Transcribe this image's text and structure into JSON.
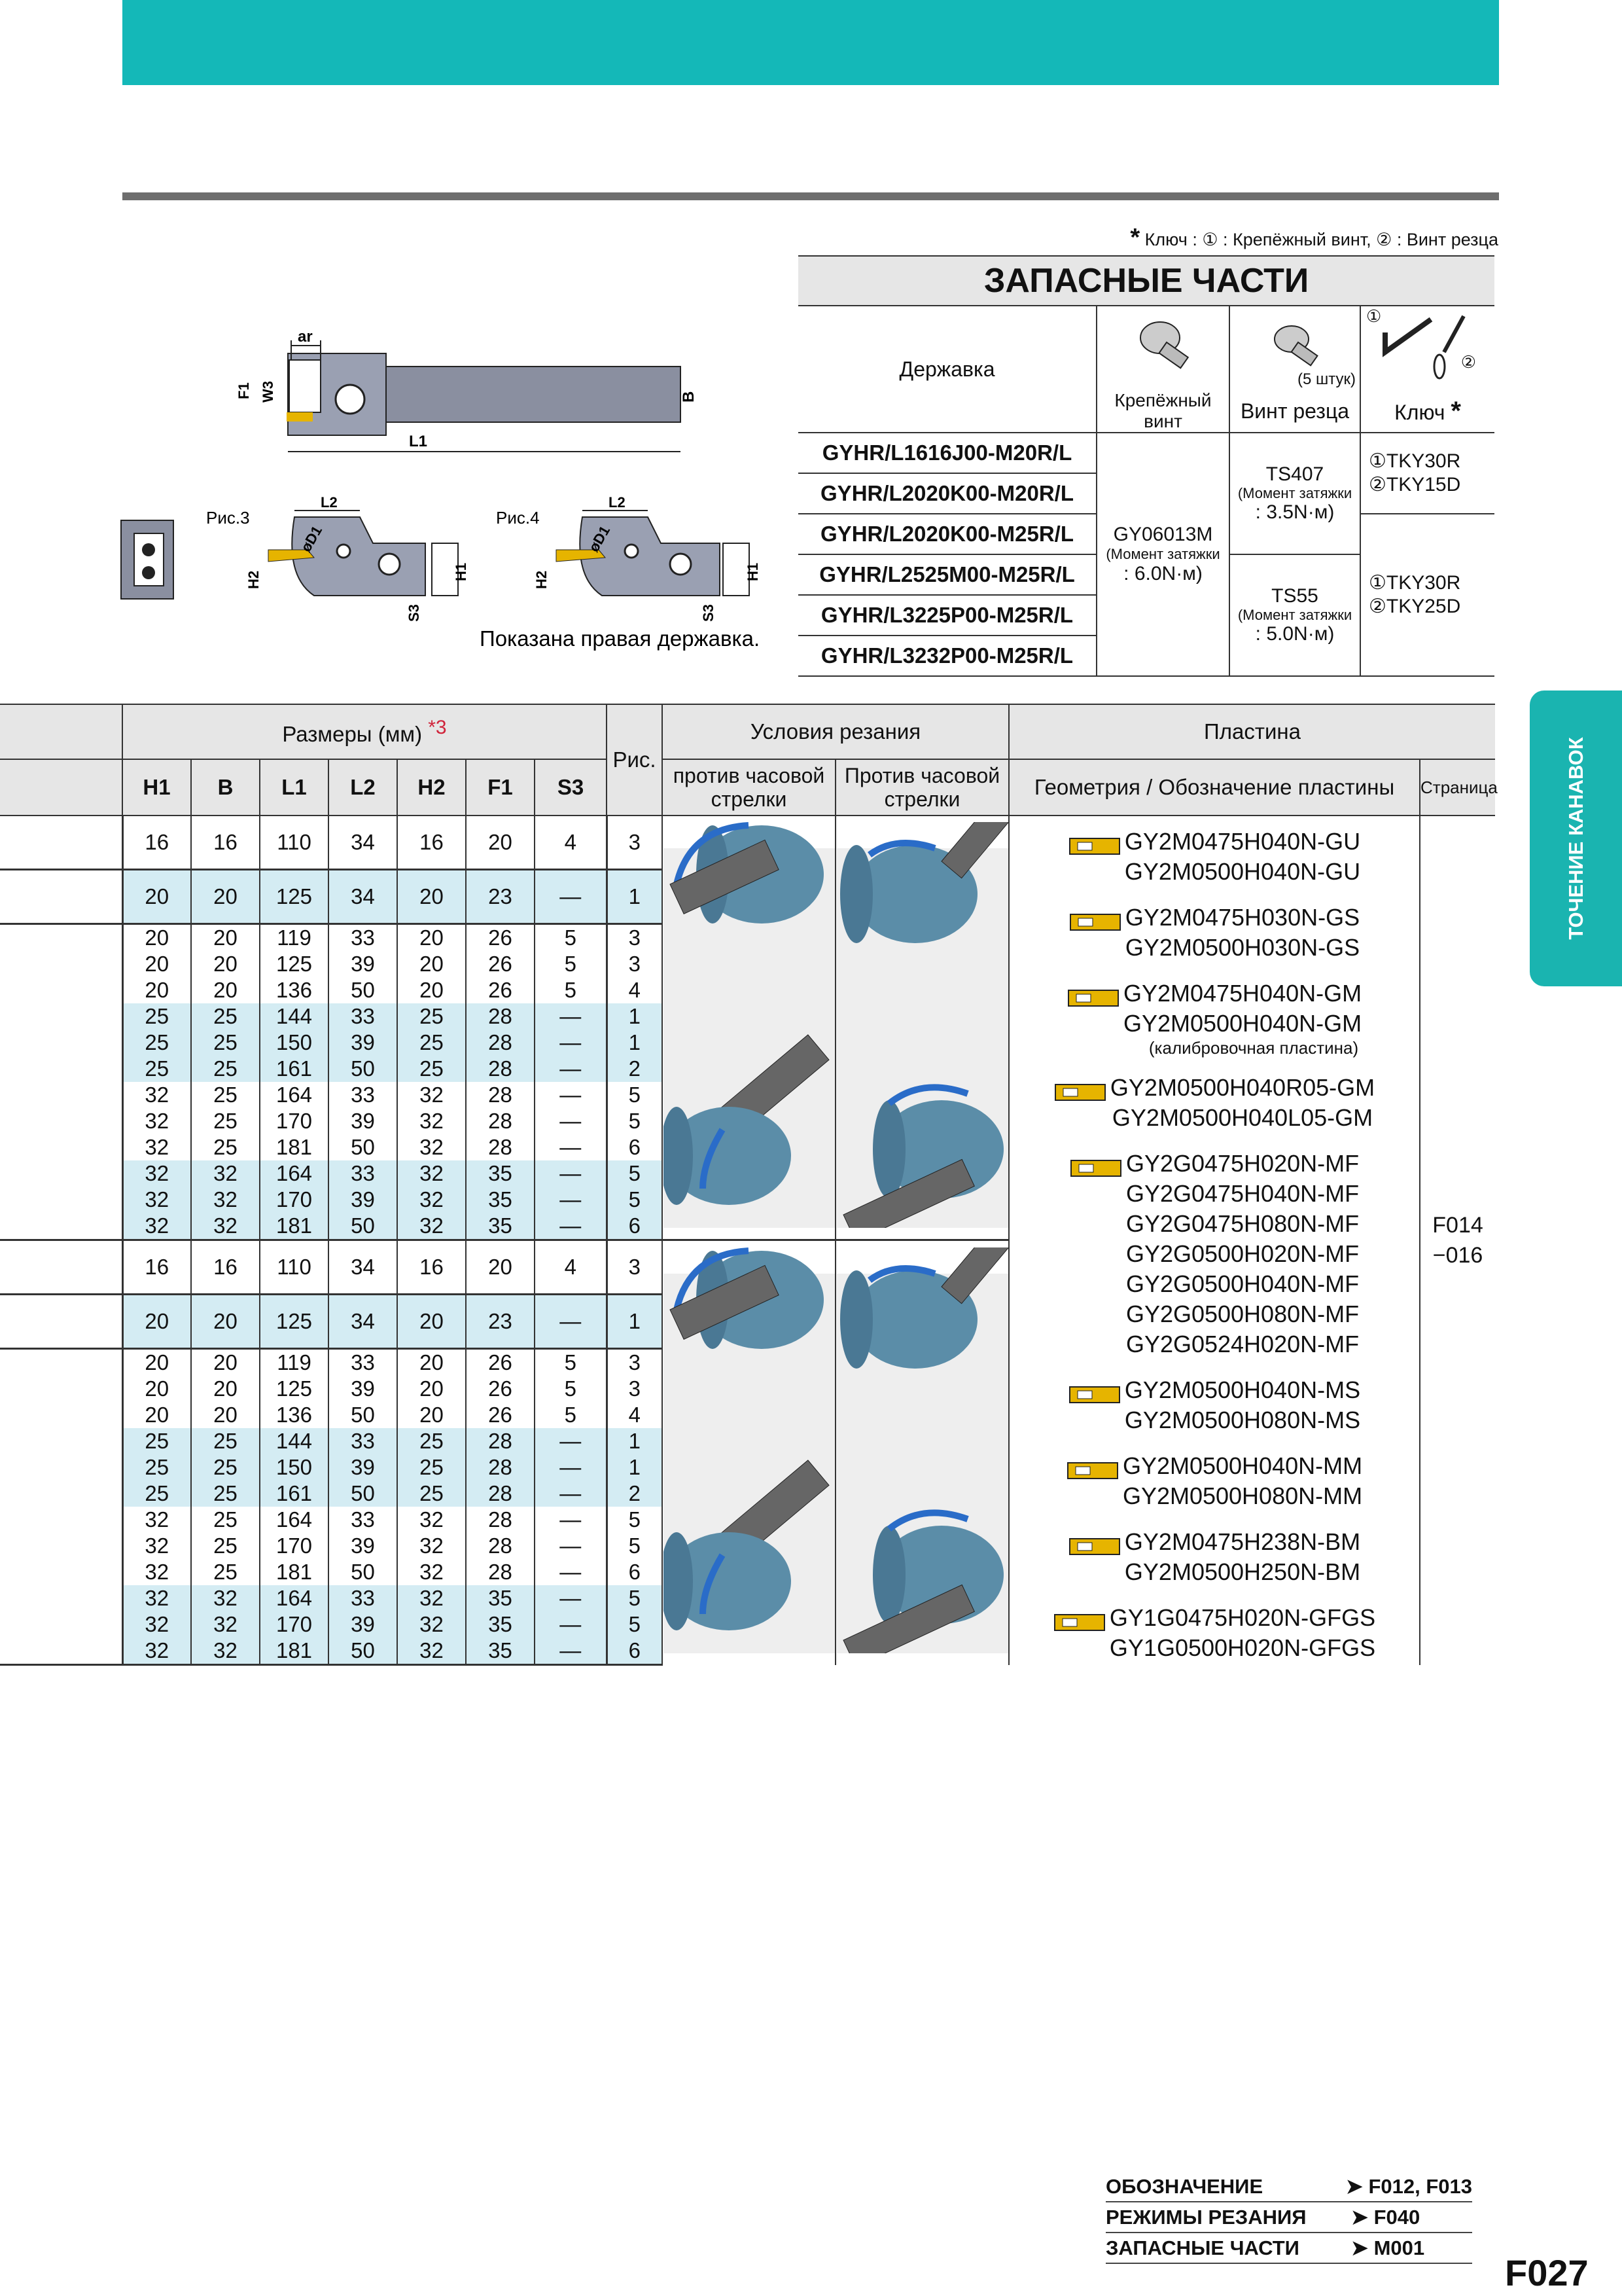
{
  "side_tab": "ТОЧЕНИЕ КАНАВОК",
  "key_note": {
    "star": "*",
    "text": "Ключ : ① : Крепёжный винт, ② : Винт резца"
  },
  "diagram": {
    "labels": {
      "ar": "ar",
      "w3": "W3",
      "f1": "F1",
      "b": "B",
      "l1": "L1",
      "l2": "L2",
      "h2": "H2",
      "h1": "H1",
      "d1": "øD1",
      "s3": "S3"
    },
    "fig3": "Рис.3",
    "fig4": "Рис.4",
    "caption": "Показана правая державка."
  },
  "spare_parts": {
    "title": "ЗАПАСНЫЕ ЧАСТИ",
    "col_holder": "Державка",
    "col_clamp": "Крепёжный винт",
    "col_screw": "Винт резца",
    "col_key": "Ключ",
    "col_key_star": "*",
    "screw_qty": "(5 штук)",
    "key_marks": {
      "one": "①",
      "two": "②"
    },
    "holders": [
      "GYHR/L1616J00-M20R/L",
      "GYHR/L2020K00-M20R/L",
      "GYHR/L2020K00-M25R/L",
      "GYHR/L2525M00-M25R/L",
      "GYHR/L3225P00-M25R/L",
      "GYHR/L3232P00-M25R/L"
    ],
    "clamp": {
      "name": "GY06013M",
      "torque_label": "(Момент затяжки",
      "torque_value": ": 6.0N·м)"
    },
    "screw1": {
      "name": "TS407",
      "torque_label": "(Момент затяжки",
      "torque_value": ": 3.5N·м)"
    },
    "screw2": {
      "name": "TS55",
      "torque_label": "(Момент затяжки",
      "torque_value": ": 5.0N·м)"
    },
    "key1": {
      "a": "①TKY30R",
      "b": "②TKY15D"
    },
    "key2": {
      "a": "①TKY30R",
      "b": "②TKY25D"
    }
  },
  "main_table": {
    "dims_header": "Размеры (мм)",
    "dims_star": "*3",
    "fig": "Рис.",
    "cols": [
      "H1",
      "B",
      "L1",
      "L2",
      "H2",
      "F1",
      "S3"
    ],
    "cutting_conditions": "Условия резания",
    "ccw": "против часовой стрелки",
    "cw": "Против часовой стрелки",
    "insert_header": "Пластина",
    "geometry": "Геометрия / Обозначение пластины",
    "page_col": "Страница",
    "page_ref_a": "F014",
    "page_ref_b": "−016",
    "rows": [
      [
        "16",
        "16",
        "110",
        "34",
        "16",
        "20",
        "4",
        "3"
      ],
      [
        "20",
        "20",
        "125",
        "34",
        "20",
        "23",
        "—",
        "1"
      ],
      [
        "20",
        "20",
        "119",
        "33",
        "20",
        "26",
        "5",
        "3"
      ],
      [
        "20",
        "20",
        "125",
        "39",
        "20",
        "26",
        "5",
        "3"
      ],
      [
        "20",
        "20",
        "136",
        "50",
        "20",
        "26",
        "5",
        "4"
      ],
      [
        "25",
        "25",
        "144",
        "33",
        "25",
        "28",
        "—",
        "1"
      ],
      [
        "25",
        "25",
        "150",
        "39",
        "25",
        "28",
        "—",
        "1"
      ],
      [
        "25",
        "25",
        "161",
        "50",
        "25",
        "28",
        "—",
        "2"
      ],
      [
        "32",
        "25",
        "164",
        "33",
        "32",
        "28",
        "—",
        "5"
      ],
      [
        "32",
        "25",
        "170",
        "39",
        "32",
        "28",
        "—",
        "5"
      ],
      [
        "32",
        "25",
        "181",
        "50",
        "32",
        "28",
        "—",
        "6"
      ],
      [
        "32",
        "32",
        "164",
        "33",
        "32",
        "35",
        "—",
        "5"
      ],
      [
        "32",
        "32",
        "170",
        "39",
        "32",
        "35",
        "—",
        "5"
      ],
      [
        "32",
        "32",
        "181",
        "50",
        "32",
        "35",
        "—",
        "6"
      ],
      [
        "16",
        "16",
        "110",
        "34",
        "16",
        "20",
        "4",
        "3"
      ],
      [
        "20",
        "20",
        "125",
        "34",
        "20",
        "23",
        "—",
        "1"
      ],
      [
        "20",
        "20",
        "119",
        "33",
        "20",
        "26",
        "5",
        "3"
      ],
      [
        "20",
        "20",
        "125",
        "39",
        "20",
        "26",
        "5",
        "3"
      ],
      [
        "20",
        "20",
        "136",
        "50",
        "20",
        "26",
        "5",
        "4"
      ],
      [
        "25",
        "25",
        "144",
        "33",
        "25",
        "28",
        "—",
        "1"
      ],
      [
        "25",
        "25",
        "150",
        "39",
        "25",
        "28",
        "—",
        "1"
      ],
      [
        "25",
        "25",
        "161",
        "50",
        "25",
        "28",
        "—",
        "2"
      ],
      [
        "32",
        "25",
        "164",
        "33",
        "32",
        "28",
        "—",
        "5"
      ],
      [
        "32",
        "25",
        "170",
        "39",
        "32",
        "28",
        "—",
        "5"
      ],
      [
        "32",
        "25",
        "181",
        "50",
        "32",
        "28",
        "—",
        "6"
      ],
      [
        "32",
        "32",
        "164",
        "33",
        "32",
        "35",
        "—",
        "5"
      ],
      [
        "32",
        "32",
        "170",
        "39",
        "32",
        "35",
        "—",
        "5"
      ],
      [
        "32",
        "32",
        "181",
        "50",
        "32",
        "35",
        "—",
        "6"
      ]
    ],
    "inserts": [
      {
        "lines": [
          "GY2M0475H040N-GU",
          "GY2M0500H040N-GU"
        ]
      },
      {
        "lines": [
          "GY2M0475H030N-GS",
          "GY2M0500H030N-GS"
        ]
      },
      {
        "lines": [
          "GY2M0475H040N-GM",
          "GY2M0500H040N-GM"
        ],
        "note": "(калибровочная пластина)"
      },
      {
        "lines": [
          "GY2M0500H040R05-GM",
          "GY2M0500H040L05-GM"
        ]
      },
      {
        "lines": [
          "GY2G0475H020N-MF",
          "GY2G0475H040N-MF",
          "GY2G0475H080N-MF",
          "GY2G0500H020N-MF",
          "GY2G0500H040N-MF",
          "GY2G0500H080N-MF",
          "GY2G0524H020N-MF"
        ]
      },
      {
        "lines": [
          "GY2M0500H040N-MS",
          "GY2M0500H080N-MS"
        ]
      },
      {
        "lines": [
          "GY2M0500H040N-MM",
          "GY2M0500H080N-MM"
        ]
      },
      {
        "lines": [
          "GY2M0475H238N-BM",
          "GY2M0500H250N-BM"
        ]
      },
      {
        "lines": [
          "GY1G0475H020N-GFGS",
          "GY1G0500H020N-GFGS"
        ]
      }
    ]
  },
  "footer": [
    {
      "label": "ОБОЗНАЧЕНИЕ",
      "ref": "F012, F013"
    },
    {
      "label": "РЕЖИМЫ РЕЗАНИЯ",
      "ref": "F040"
    },
    {
      "label": "ЗАПАСНЫЕ ЧАСТИ",
      "ref": "M001"
    }
  ],
  "page_code": "F027"
}
